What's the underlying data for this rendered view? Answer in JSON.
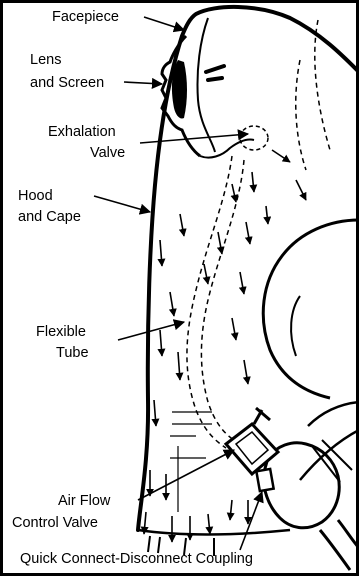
{
  "labels": {
    "facepiece": "Facepiece",
    "lens_line1": "Lens",
    "lens_line2": "and Screen",
    "exhalation_line1": "Exhalation",
    "exhalation_line2": "Valve",
    "hood_line1": "Hood",
    "hood_line2": "and Cape",
    "tube_line1": "Flexible",
    "tube_line2": "Tube",
    "airflow_line1": "Air Flow",
    "airflow_line2": "Control Valve",
    "coupling": "Quick Connect-Disconnect Coupling"
  },
  "colors": {
    "ink": "#000000",
    "paper": "#ffffff"
  }
}
